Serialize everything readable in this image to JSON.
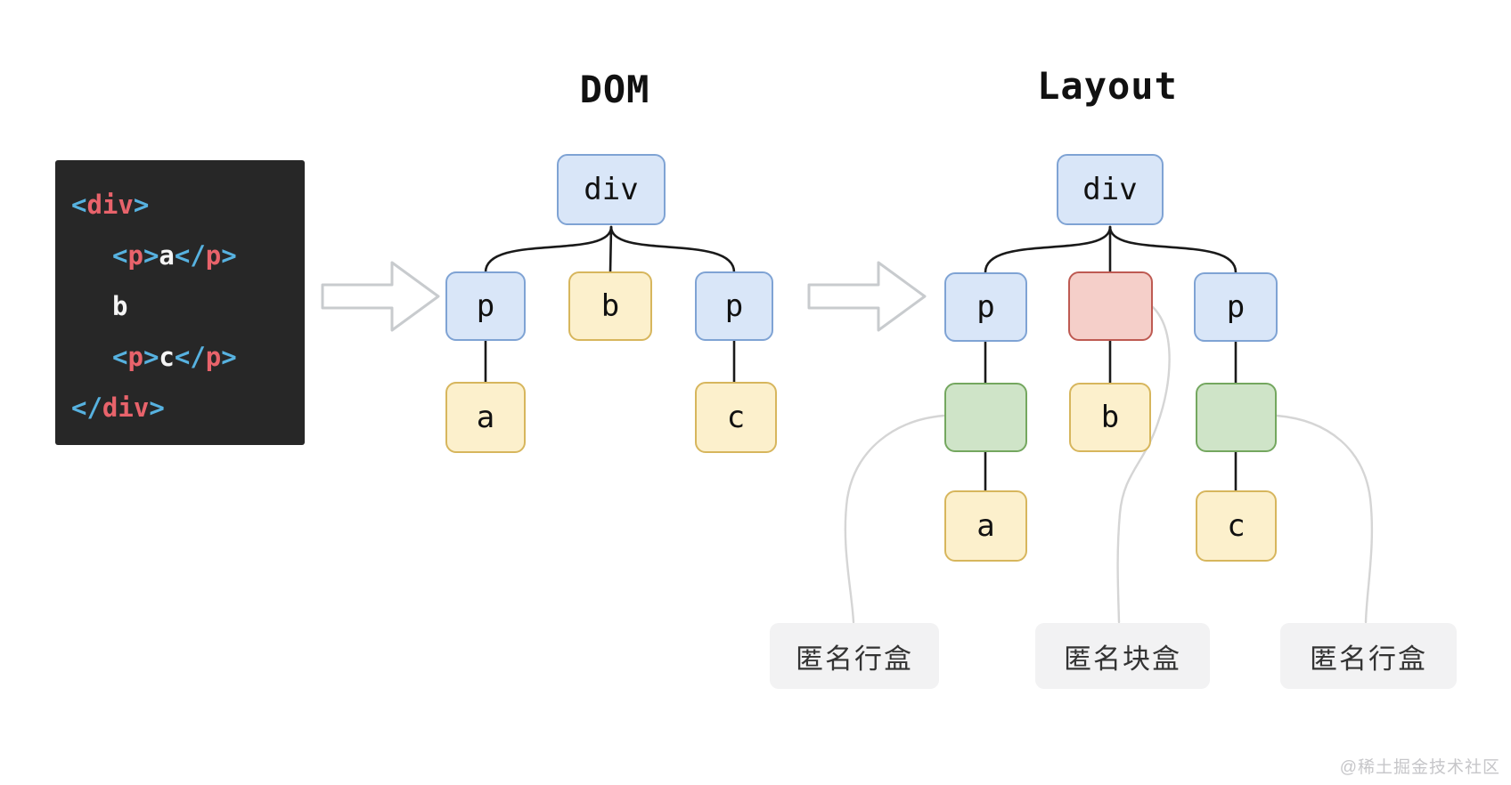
{
  "titles": {
    "dom": "DOM",
    "layout": "Layout"
  },
  "code_block": {
    "lines": [
      {
        "indent": 0,
        "tokens": [
          {
            "text": "<",
            "type": "punct"
          },
          {
            "text": "div",
            "type": "tag"
          },
          {
            "text": ">",
            "type": "punct"
          }
        ]
      },
      {
        "indent": 1,
        "tokens": [
          {
            "text": "<",
            "type": "punct"
          },
          {
            "text": "p",
            "type": "tag"
          },
          {
            "text": ">",
            "type": "punct"
          },
          {
            "text": "a",
            "type": "plain"
          },
          {
            "text": "</",
            "type": "punct"
          },
          {
            "text": "p",
            "type": "tag"
          },
          {
            "text": ">",
            "type": "punct"
          }
        ]
      },
      {
        "indent": 1,
        "tokens": [
          {
            "text": "b",
            "type": "plain"
          }
        ]
      },
      {
        "indent": 1,
        "tokens": [
          {
            "text": "<",
            "type": "punct"
          },
          {
            "text": "p",
            "type": "tag"
          },
          {
            "text": ">",
            "type": "punct"
          },
          {
            "text": "c",
            "type": "plain"
          },
          {
            "text": "</",
            "type": "punct"
          },
          {
            "text": "p",
            "type": "tag"
          },
          {
            "text": ">",
            "type": "punct"
          }
        ]
      },
      {
        "indent": 0,
        "tokens": [
          {
            "text": "</",
            "type": "punct"
          },
          {
            "text": "div",
            "type": "tag"
          },
          {
            "text": ">",
            "type": "punct"
          }
        ]
      }
    ]
  },
  "dom_tree": {
    "nodes": [
      {
        "label": "div",
        "kind": "element"
      },
      {
        "label": "p",
        "kind": "element"
      },
      {
        "label": "b",
        "kind": "text"
      },
      {
        "label": "p",
        "kind": "element"
      },
      {
        "label": "a",
        "kind": "text"
      },
      {
        "label": "c",
        "kind": "text"
      }
    ]
  },
  "layout_tree": {
    "nodes": [
      {
        "label": "div",
        "kind": "block"
      },
      {
        "label": "p",
        "kind": "block"
      },
      {
        "label": "",
        "kind": "anonymous-block"
      },
      {
        "label": "p",
        "kind": "block"
      },
      {
        "label": "",
        "kind": "anonymous-inline"
      },
      {
        "label": "b",
        "kind": "text"
      },
      {
        "label": "",
        "kind": "anonymous-inline"
      },
      {
        "label": "a",
        "kind": "text"
      },
      {
        "label": "c",
        "kind": "text"
      }
    ]
  },
  "annotations": {
    "labels": [
      {
        "text": "匿名行盒"
      },
      {
        "text": "匿名块盒"
      },
      {
        "text": "匿名行盒"
      }
    ]
  },
  "watermark": "@稀土掘金技术社区",
  "colors": {
    "blue-fill": "#d9e6f8",
    "blue-border": "#7fa3d4",
    "yellow-fill": "#fcf0cc",
    "yellow-border": "#d7b65d",
    "red-fill": "#f5cfc9",
    "red-border": "#be5a52",
    "green-fill": "#cfe4c8",
    "green-border": "#74a75f",
    "edge": "#1a1a1a",
    "leader": "#d5d5d5",
    "arrow-stroke": "#c8cbce",
    "label-bg": "#f2f2f3",
    "label-text": "#333333",
    "code-bg": "#272727",
    "code-punct": "#57b2e0",
    "code-tag": "#e8636b",
    "code-plain": "#f5f5f5",
    "watermark": "#c6c6c9"
  }
}
